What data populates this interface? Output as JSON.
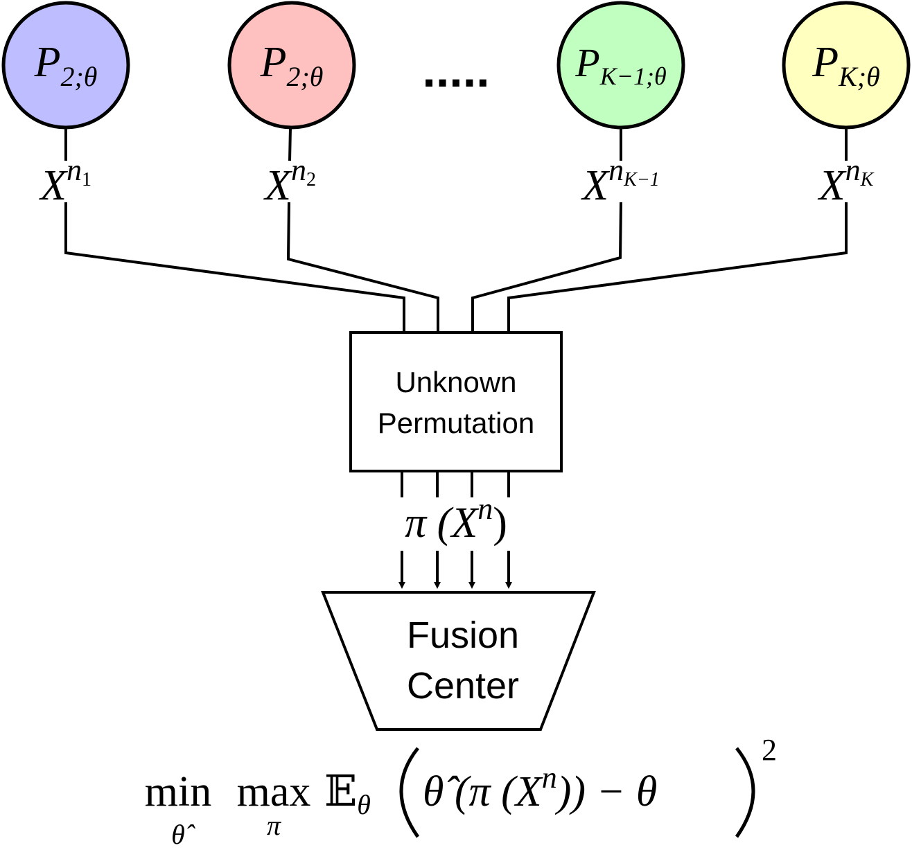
{
  "sources": [
    {
      "base": "P",
      "sub": "2;θ",
      "fill": "#bdbdff",
      "out_base": "X",
      "out_sup": "n",
      "out_sub": "1"
    },
    {
      "base": "P",
      "sub": "2;θ",
      "fill": "#ffc0c0",
      "out_base": "X",
      "out_sup": "n",
      "out_sub": "2"
    },
    {
      "base": "P",
      "sub": "K−1;θ",
      "fill": "#c0ffc0",
      "out_base": "X",
      "out_sup": "n",
      "out_sub": "K−1"
    },
    {
      "base": "P",
      "sub": "K;θ",
      "fill": "#ffffc0",
      "out_base": "X",
      "out_sup": "n",
      "out_sub": "K"
    }
  ],
  "ellipsis": ".....",
  "permutation_box": {
    "line1": "Unknown",
    "line2": "Permutation"
  },
  "permuted_label": "π (X",
  "permuted_sup": "n",
  "permuted_close": ")",
  "fusion_center": {
    "line1": "Fusion",
    "line2": "Center"
  },
  "objective": {
    "min": "min",
    "min_sub": "θ̂",
    "max": "max",
    "max_sub": "π",
    "expect": "𝔼",
    "expect_sub": "θ",
    "body": "θ̂ (π (X",
    "body_sup": "n",
    "body_tail": ")) − θ",
    "power": "2"
  }
}
